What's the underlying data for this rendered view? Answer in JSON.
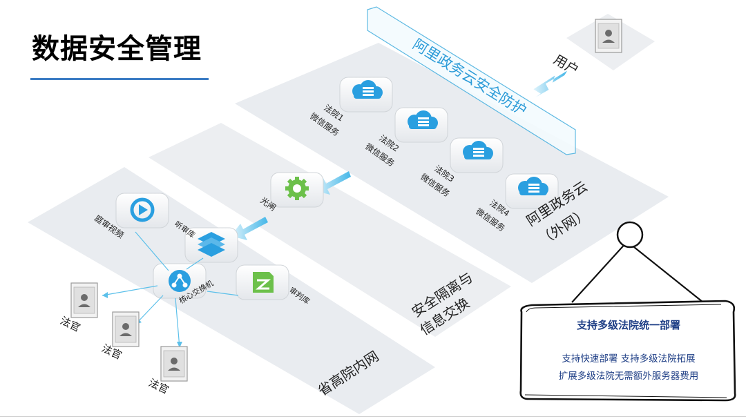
{
  "title": "数据安全管理",
  "zones": {
    "external": "阿里政务云（外网）",
    "external_line1": "阿里政务云",
    "external_line2": "（外网）",
    "isolation_line1": "安全隔离与",
    "isolation_line2": "信息交换",
    "internal": "省高院内网"
  },
  "banner": "阿里政务云安全防护",
  "user_label": "用户",
  "external_services": [
    {
      "line1": "法院1",
      "line2": "微信服务"
    },
    {
      "line1": "法院2",
      "line2": "微信服务"
    },
    {
      "line1": "法院3",
      "line2": "微信服务"
    },
    {
      "line1": "法院4",
      "line2": "微信服务"
    }
  ],
  "gateway_label": "光闸",
  "internal_nodes": {
    "video": "庭审视频",
    "listen": "听审库",
    "core": "核心交换机",
    "trial": "审判库"
  },
  "judges": [
    "法官",
    "法官",
    "法官"
  ],
  "note": {
    "title": "支持多级法院统一部署",
    "line1": "支持快速部署  支持多级法院拓展",
    "line2": "扩展多级法院无需额外服务器费用"
  },
  "colors": {
    "plane": "#e9ecf0",
    "icon_blue": "#2a9fe0",
    "icon_green": "#6cc04a",
    "arrow": "#5cc0ea",
    "note_text": "#1f3f86",
    "underline": "#3c7dc4"
  },
  "icons": {
    "service": "cloud-server-icon",
    "gateway": "gear-icon",
    "video": "video-loop-icon",
    "listen": "database-stack-icon",
    "core": "network-hub-icon",
    "trial": "document-tag-icon",
    "user": "user-terminal-icon",
    "judge": "user-terminal-icon"
  }
}
